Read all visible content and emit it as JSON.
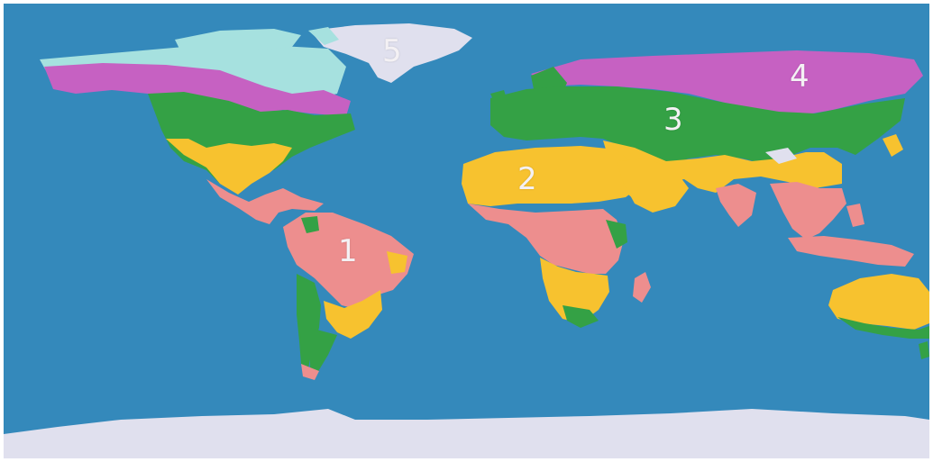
{
  "map": {
    "colors": {
      "ocean": "#3489bb",
      "zone_1": "#ed8e8e",
      "zone_2": "#f7c22f",
      "zone_3": "#34a145",
      "zone_4": "#c661c2",
      "zone_5": "#a6e1df",
      "ice": "#e0e0ee"
    },
    "labels": {
      "zone_1": "1",
      "zone_2": "2",
      "zone_3": "3",
      "zone_4": "4",
      "zone_5": "5"
    }
  }
}
